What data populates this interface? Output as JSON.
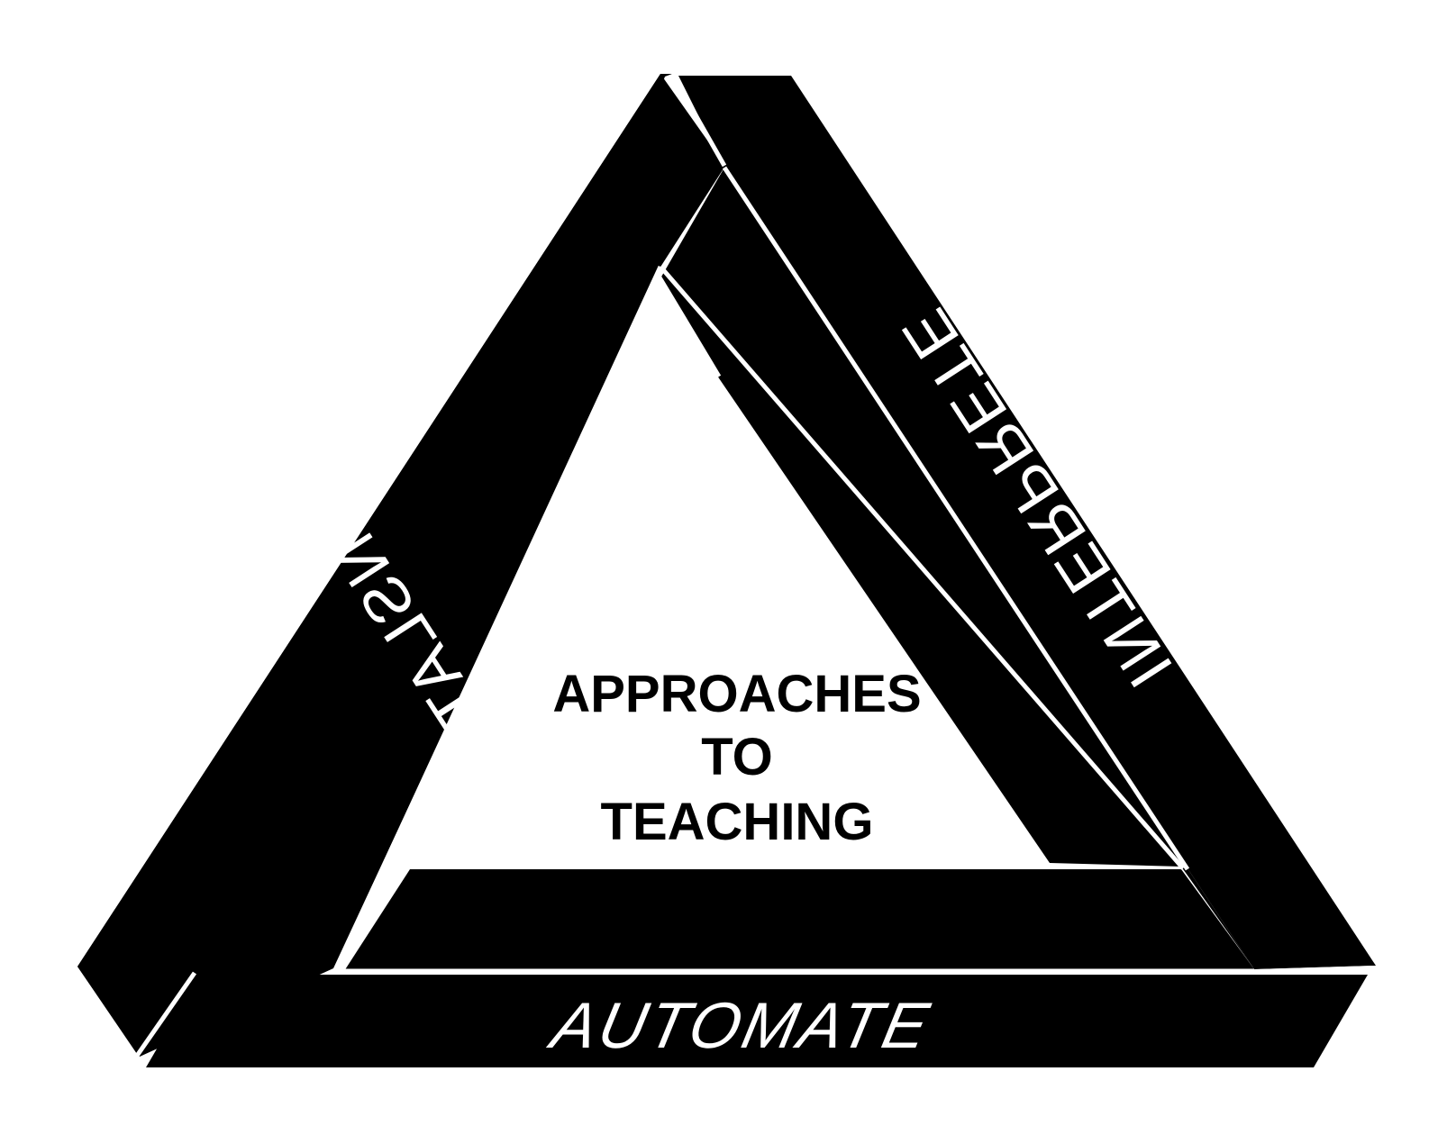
{
  "diagram": {
    "colors": {
      "band": "#000000",
      "background": "#ffffff",
      "band_text": "#ffffff",
      "center_text": "#000000"
    },
    "labels": {
      "left_side": "TRANSLATE",
      "right_side": "INTERPRETE",
      "bottom_side": "AUTOMATE"
    },
    "center": {
      "line1": "APPROACHES",
      "line2": "TO",
      "line3": "TEACHING"
    }
  }
}
